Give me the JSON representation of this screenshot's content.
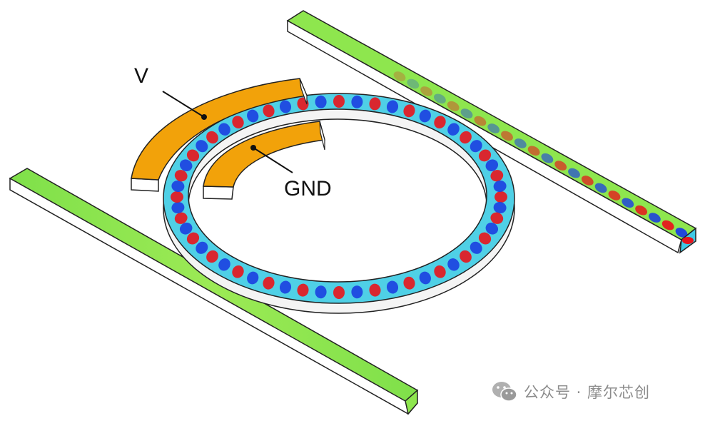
{
  "labels": {
    "voltage": "V",
    "ground": "GND"
  },
  "watermark": {
    "icon": "wechat-icon",
    "text": "公众号 · 摩尔芯创"
  },
  "colors": {
    "electrode": "#f2a20a",
    "waveguide_base": "#8ee64e",
    "field_positive": "#e8141b",
    "field_negative": "#1b3fe0",
    "field_neutral_cyan": "#3ec9e6",
    "side_wall": "#ffffff",
    "outline": "#222222"
  }
}
